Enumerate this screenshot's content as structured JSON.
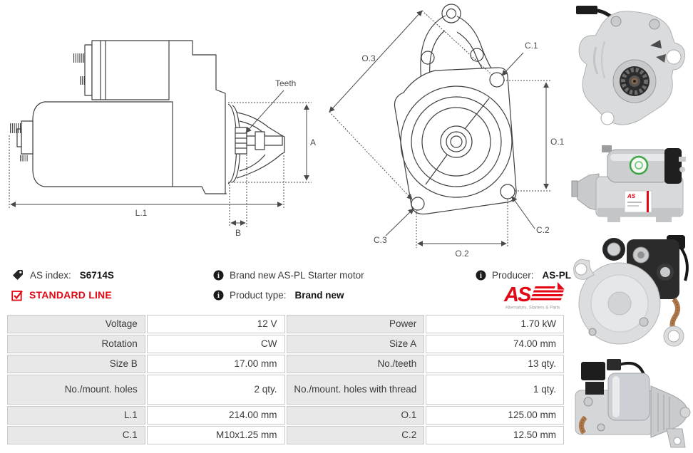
{
  "header": {
    "as_index_label": "AS index:",
    "as_index_value": "S6714S",
    "standard_line": "STANDARD LINE",
    "brand_new_text": "Brand new AS-PL Starter motor",
    "product_type_label": "Product type:",
    "product_type_value": "Brand new",
    "producer_label": "Producer:",
    "producer_value": "AS-PL"
  },
  "logo": {
    "text": "AS",
    "tagline": "Alternators, Starters & Parts",
    "color": "#e30613"
  },
  "icons": {
    "info_glyph": "i"
  },
  "colors": {
    "accent_red": "#e30613",
    "table_label_bg": "#e8e8e8",
    "table_border": "#c9c9c9",
    "drawing_line": "#3f3f3f",
    "dimension_line": "#4a4a4a"
  },
  "diagrams": {
    "side_view": {
      "labels": {
        "teeth": "Teeth",
        "a": "A",
        "l1": "L.1",
        "b": "B"
      }
    },
    "front_view": {
      "labels": {
        "o1": "O.1",
        "o2": "O.2",
        "o3": "O.3",
        "c1": "C.1",
        "c2": "C.2",
        "c3": "C.3"
      }
    }
  },
  "photos": [
    {
      "name": "starter-front-angle-view"
    },
    {
      "name": "starter-side-view-with-labels"
    },
    {
      "name": "starter-rear-solenoid-view"
    },
    {
      "name": "starter-top-side-view"
    }
  ],
  "spec_table": {
    "rows": [
      {
        "c1_label": "Voltage",
        "c1_value": "12 V",
        "c2_label": "Power",
        "c2_value": "1.70 kW"
      },
      {
        "c1_label": "Rotation",
        "c1_value": "CW",
        "c2_label": "Size A",
        "c2_value": "74.00 mm"
      },
      {
        "c1_label": "Size B",
        "c1_value": "17.00 mm",
        "c2_label": "No./teeth",
        "c2_value": "13 qty."
      },
      {
        "c1_label": "No./mount. holes",
        "c1_value": "2 qty.",
        "c2_label": "No./mount. holes with thread",
        "c2_value": "1 qty."
      },
      {
        "c1_label": "L.1",
        "c1_value": "214.00 mm",
        "c2_label": "O.1",
        "c2_value": "125.00 mm"
      },
      {
        "c1_label": "C.1",
        "c1_value": "M10x1.25 mm",
        "c2_label": "C.2",
        "c2_value": "12.50 mm"
      }
    ]
  }
}
